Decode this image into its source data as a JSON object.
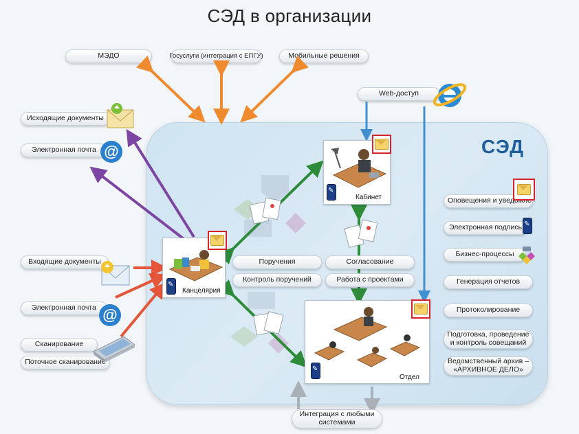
{
  "title": "СЭД в организации",
  "top_services": {
    "medo": "МЭДО",
    "gosuslugi": "Госуслуги (интеграция с ЕПГУ)",
    "mobile": "Мобильные решения",
    "web": "Web-доступ"
  },
  "left_items": {
    "outgoing_docs": "Исходящие документы",
    "email_out": "Электронная почта",
    "incoming_docs": "Входящие документы",
    "email_in": "Электронная почта",
    "scanning": "Сканирование",
    "stream_scanning": "Поточное сканирование"
  },
  "sed_label": "СЭД",
  "panels": {
    "kantselyariya": "Канцелярия",
    "kabinet": "Кабинет",
    "otdel": "Отдел"
  },
  "middle_pills": {
    "porucheniya": "Поручения",
    "kontrol": "Контроль поручений",
    "soglasovanie": "Согласование",
    "proekty": "Работа с проектами"
  },
  "right_items": {
    "notifications": "Оповещения и уведомления",
    "signature": "Электронная подпись",
    "business": "Бизнес-процессы",
    "reports": "Генерация отчетов",
    "protocol": "Протоколирование",
    "meetings_1": "Подготовка, проведение",
    "meetings_2": "и контроль совещаний",
    "archive_1": "Ведомственный архив –",
    "archive_2": "«АРХИВНОЕ ДЕЛО»"
  },
  "integration_1": "Интеграция с любыми",
  "integration_2": "системами",
  "colors": {
    "orange_arrow": "#ef8a2e",
    "purple_arrow": "#7d45a3",
    "red_arrow": "#e5553a",
    "green_arrow": "#2e8b3a",
    "blue_arrow": "#3f8fd1",
    "sed_text": "#1e5e9a"
  },
  "icons": [
    "envelope-icon",
    "at-sign-icon",
    "scanner-icon",
    "ie-logo-icon",
    "mobile-phone-icon",
    "document-flow-icon"
  ]
}
